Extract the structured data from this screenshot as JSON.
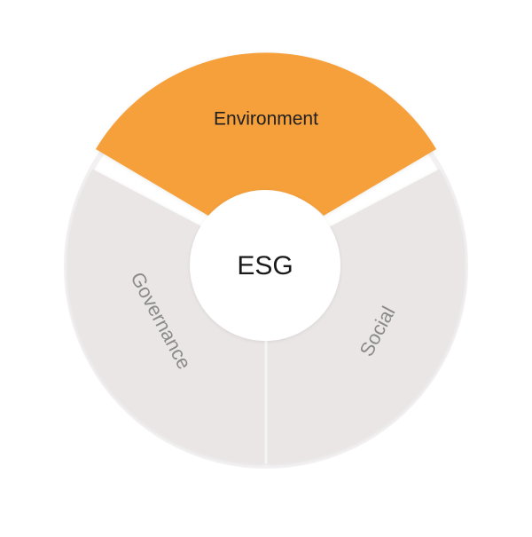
{
  "diagram": {
    "center": {
      "label": "ESG",
      "fill": "#ffffff",
      "text_color": "#1a1a1a"
    },
    "segments": [
      {
        "id": "environment",
        "label": "Environment",
        "fill": "#f5a03a",
        "text_color": "#1f1f1f",
        "highlighted": true
      },
      {
        "id": "social",
        "label": "Social",
        "fill": "#ebe6e6",
        "text_color": "#8a8a8a",
        "highlighted": false
      },
      {
        "id": "governance",
        "label": "Governance",
        "fill": "#ebe6e6",
        "text_color": "#8a8a8a",
        "highlighted": false
      }
    ],
    "ring_outline_color": "#f3f1f1"
  }
}
